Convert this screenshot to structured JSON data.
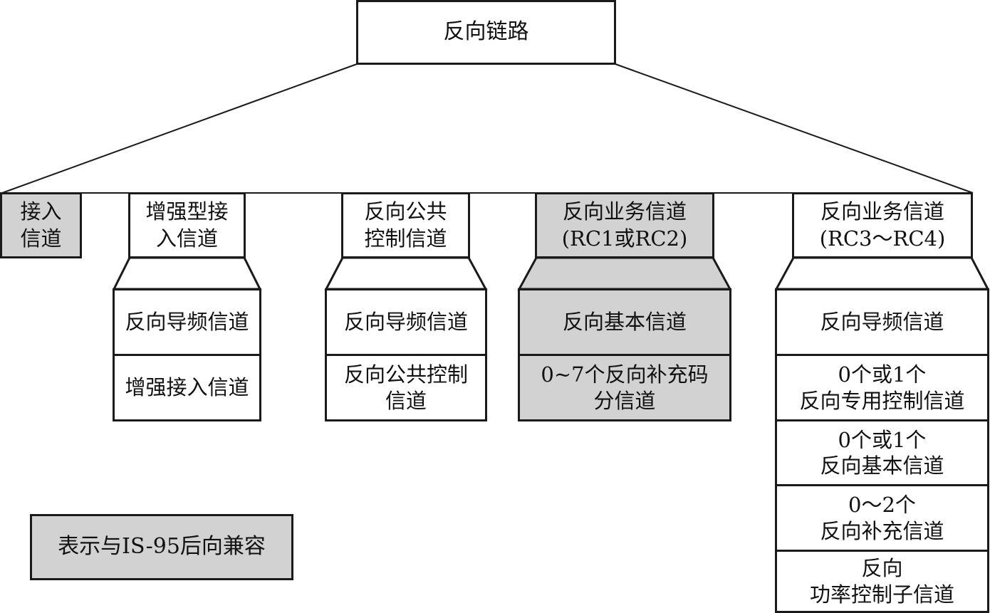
{
  "colors": {
    "highlight": "#d2d2d2",
    "line": "#1a1a1a",
    "background": "#ffffff"
  },
  "root": {
    "label": "反向链路"
  },
  "channels": [
    {
      "label": "接入\n信道",
      "compatible": true,
      "sub": []
    },
    {
      "label": "增强型接\n入信道",
      "compatible": false,
      "sub": [
        {
          "label": "反向导频信道"
        },
        {
          "label": "增强接入信道"
        }
      ]
    },
    {
      "label": "反向公共\n控制信道",
      "compatible": false,
      "sub": [
        {
          "label": "反向导频信道"
        },
        {
          "label": "反向公共控制\n信道"
        }
      ]
    },
    {
      "label": "反向业务信道\n(RC1或RC2)",
      "compatible": true,
      "sub": [
        {
          "label": "反向基本信道"
        },
        {
          "label": "0~7个反向补充码\n分信道"
        }
      ]
    },
    {
      "label": "反向业务信道\n(RC3～RC4)",
      "compatible": false,
      "sub": [
        {
          "label": "反向导频信道"
        },
        {
          "label": "0个或1个\n反向专用控制信道"
        },
        {
          "label": "0个或1个\n反向基本信道"
        },
        {
          "label": "0～2个\n反向补充信道"
        },
        {
          "label": "反向\n功率控制子信道"
        }
      ]
    }
  ],
  "legend": {
    "label": "表示与IS-95后向兼容"
  }
}
